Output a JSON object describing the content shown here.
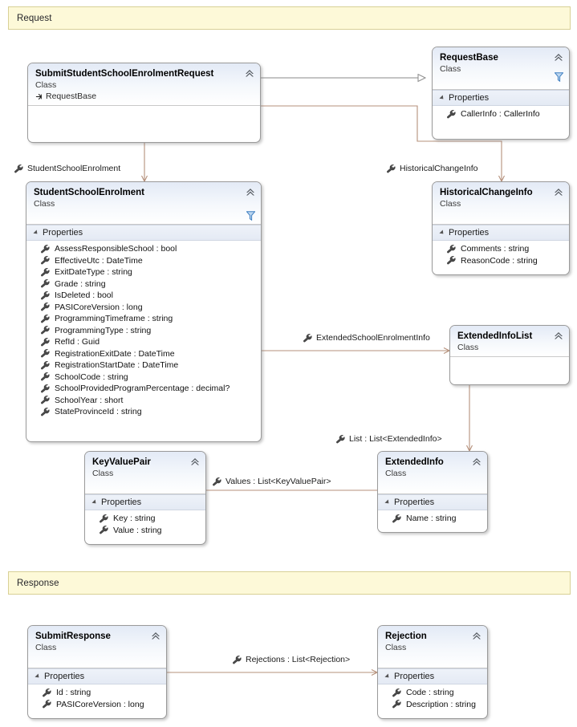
{
  "diagram": {
    "type": "uml-class-diagram",
    "line_color": "#b5907b",
    "inherit_line_color": "#9a9a9a",
    "banner_bg": "#fdf9d8",
    "banner_border": "#d8d096",
    "header_gradient_top": "#e3eaf6",
    "accent_funnel": "#6e9fd6"
  },
  "sections": [
    {
      "id": "request",
      "label": "Request"
    },
    {
      "id": "response",
      "label": "Response"
    }
  ],
  "classes": [
    {
      "id": "submit-request",
      "title": "SubmitStudentSchoolEnrolmentRequest",
      "kind": "Class",
      "base": "RequestBase",
      "has_funnel": false,
      "groups": []
    },
    {
      "id": "request-base",
      "title": "RequestBase",
      "kind": "Class",
      "has_funnel": true,
      "groups": [
        {
          "label": "Properties",
          "members": [
            "CallerInfo : CallerInfo"
          ]
        }
      ]
    },
    {
      "id": "student-school-enrolment",
      "title": "StudentSchoolEnrolment",
      "kind": "Class",
      "has_funnel": true,
      "groups": [
        {
          "label": "Properties",
          "members": [
            "AssessResponsibleSchool : bool",
            "EffectiveUtc : DateTime",
            "ExitDateType : string",
            "Grade : string",
            "IsDeleted : bool",
            "PASICoreVersion : long",
            "ProgrammingTimeframe : string",
            "ProgrammingType : string",
            "RefId : Guid",
            "RegistrationExitDate : DateTime",
            "RegistrationStartDate : DateTime",
            "SchoolCode : string",
            "SchoolProvidedProgramPercentage : decimal?",
            "SchoolYear : short",
            "StateProvinceId : string"
          ]
        }
      ]
    },
    {
      "id": "historical-change-info",
      "title": "HistoricalChangeInfo",
      "kind": "Class",
      "has_funnel": false,
      "groups": [
        {
          "label": "Properties",
          "members": [
            "Comments : string",
            "ReasonCode : string"
          ]
        }
      ]
    },
    {
      "id": "extended-info-list",
      "title": "ExtendedInfoList",
      "kind": "Class",
      "has_funnel": false,
      "groups": []
    },
    {
      "id": "key-value-pair",
      "title": "KeyValuePair",
      "kind": "Class",
      "has_funnel": false,
      "groups": [
        {
          "label": "Properties",
          "members": [
            "Key : string",
            "Value : string"
          ]
        }
      ]
    },
    {
      "id": "extended-info",
      "title": "ExtendedInfo",
      "kind": "Class",
      "has_funnel": false,
      "groups": [
        {
          "label": "Properties",
          "members": [
            "Name : string"
          ]
        }
      ]
    },
    {
      "id": "submit-response",
      "title": "SubmitResponse",
      "kind": "Class",
      "has_funnel": false,
      "groups": [
        {
          "label": "Properties",
          "members": [
            "Id : string",
            "PASICoreVersion : long"
          ]
        }
      ]
    },
    {
      "id": "rejection",
      "title": "Rejection",
      "kind": "Class",
      "has_funnel": false,
      "groups": [
        {
          "label": "Properties",
          "members": [
            "Code : string",
            "Description : string"
          ]
        }
      ]
    }
  ],
  "associations": [
    {
      "id": "student-school-enrolment",
      "label": "StudentSchoolEnrolment"
    },
    {
      "id": "historical-change-info",
      "label": "HistoricalChangeInfo"
    },
    {
      "id": "extended-school-enrolment-info",
      "label": "ExtendedSchoolEnrolmentInfo"
    },
    {
      "id": "list-extended-info",
      "label": "List : List<ExtendedInfo>"
    },
    {
      "id": "values-key-value-pair",
      "label": "Values : List<KeyValuePair>"
    },
    {
      "id": "rejections-list",
      "label": "Rejections : List<Rejection>"
    }
  ]
}
